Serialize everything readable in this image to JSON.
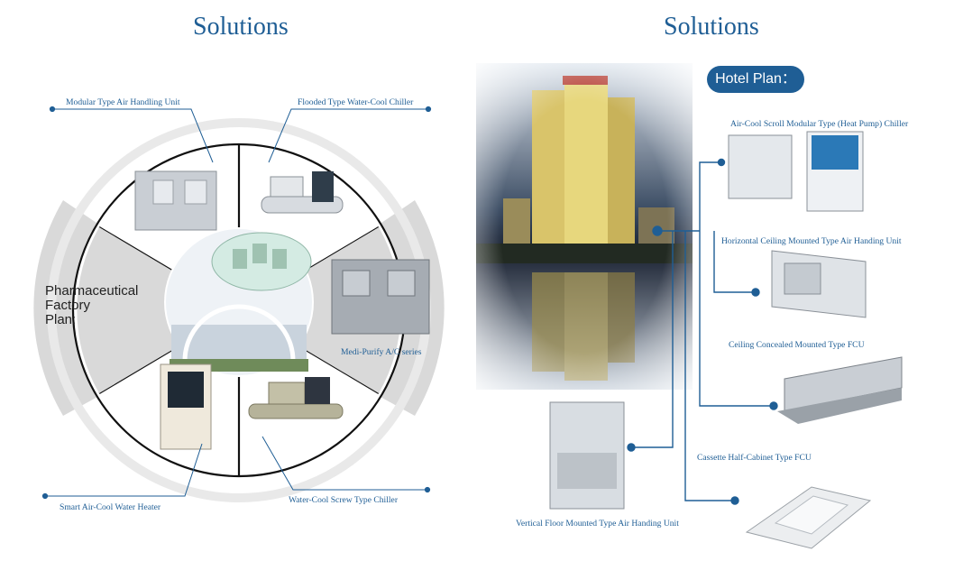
{
  "left": {
    "title": "Solutions",
    "plan": [
      "Pharmaceutical",
      "Factory",
      "Plan:"
    ],
    "labels": {
      "ahu": "Modular Type Air Handling Unit",
      "chiller": "Flooded Type Water-Cool Chiller",
      "medi": "Medi-Purify A/C series",
      "heater": "Smart Air-Cool Water Heater",
      "screw": "Water-Cool Screw Type Chiller"
    }
  },
  "right": {
    "title": "Solutions",
    "plan": "Hotel Plan：",
    "labels": {
      "scroll": "Air-Cool Scroll Modular Type (Heat Pump) Chiller",
      "horizontal": "Horizontal Ceiling Mounted Type Air Handing Unit",
      "concealed": "Ceiling Concealed Mounted Type FCU",
      "cassette": "Cassette Half-Cabinet Type FCU",
      "vertical": "Vertical Floor Mounted Type Air Handing Unit"
    }
  },
  "colors": {
    "accent": "#1f5e95",
    "ring": "#e9e9e9",
    "wing": "#d9d9d9"
  }
}
